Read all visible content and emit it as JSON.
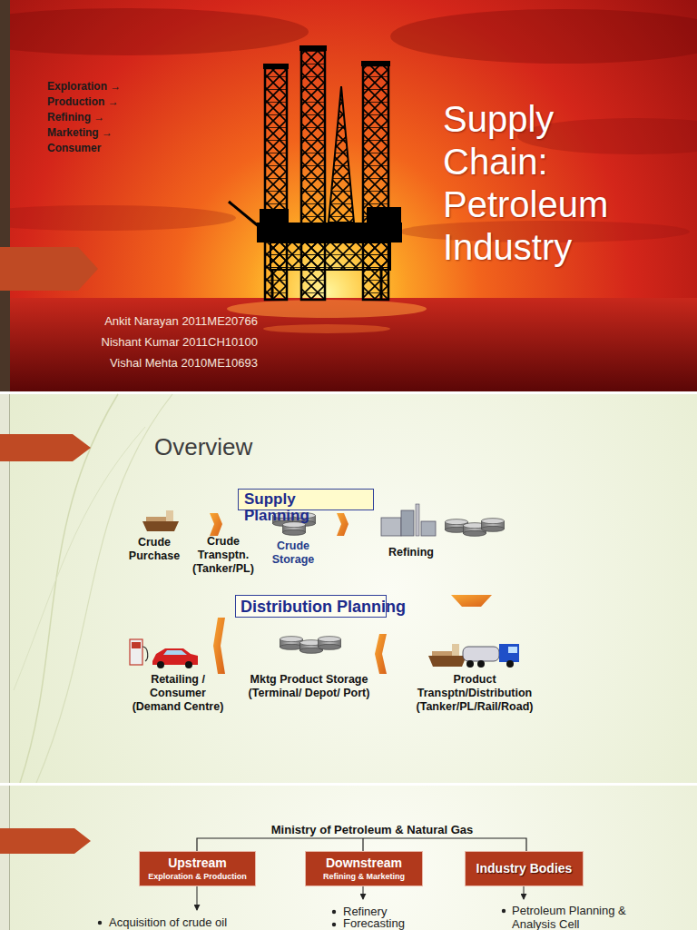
{
  "diagram": {
    "title": "Supply Chain: Petroleum Industry",
    "nodes": [
      {
        "text": [
          "Supply Planning"
        ]
      },
      {
        "text": [
          "Distribution Planning"
        ]
      },
      {
        "text": [
          "Upstream",
          "Exploration & Production"
        ]
      },
      {
        "text": [
          "Downstream",
          "Refining & Marketing"
        ]
      },
      {
        "text": [
          "Industry Bodies"
        ]
      }
    ],
    "labels": [
      "Exploration →",
      "Production →",
      "Refining →",
      "Marketing →",
      "Consumer",
      "Ankit Narayan 2011ME20766",
      "Nishant Kumar 2011CH10100",
      "Vishal Mehta 2010ME10693",
      "Overview",
      "Crude Purchase",
      "Crude Transptn. (Tanker/PL)",
      "Crude Storage",
      "Refining",
      "Retailing / Consumer (Demand Centre)",
      "Mktg Product Storage (Terminal/ Depot/ Port)",
      "Product Transptn/Distribution (Tanker/PL/Rail/Road)",
      "Ministry of Petroleum & Natural Gas",
      "Acquisition of crude oil",
      "Refinery",
      "Forecasting",
      "Petroleum Planning & Analysis Cell"
    ]
  }
}
